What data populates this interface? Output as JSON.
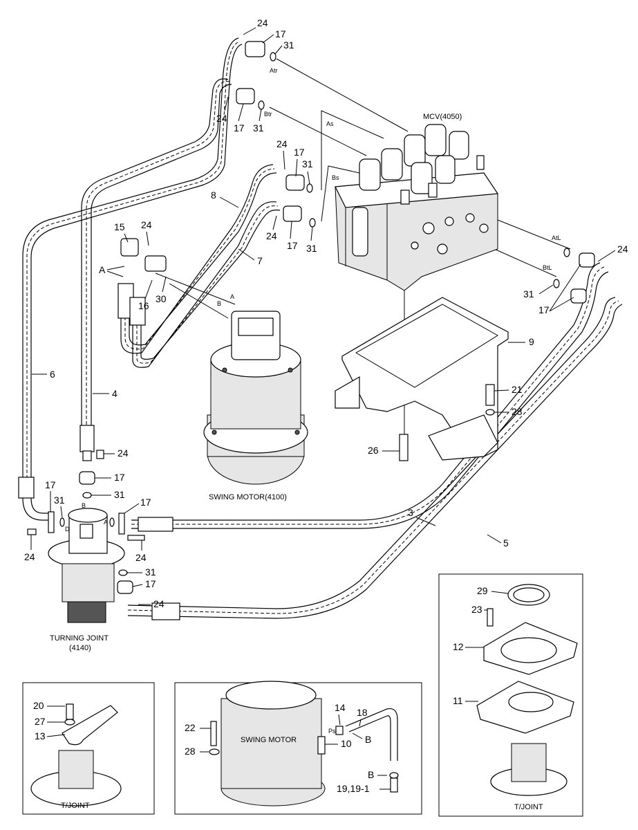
{
  "components": {
    "mcv": "MCV(4050)",
    "swing_motor": "SWING MOTOR(4100)",
    "turning_joint_line1": "TURNING JOINT",
    "turning_joint_line2": "(4140)",
    "detail_swing_motor": "SWING MOTOR",
    "detail_tjoint_left": "T/JOINT",
    "detail_tjoint_right": "T/JOINT"
  },
  "ports": {
    "atr": "Atr",
    "btr": "Btr",
    "as": "As",
    "bs": "Bs",
    "atl": "AtL",
    "btl": "BtL",
    "a": "A",
    "b": "B",
    "ps": "Ps",
    "d": "D"
  },
  "callouts": {
    "c1": "24",
    "c2": "17",
    "c3": "31",
    "c4": "24",
    "c5": "17",
    "c6": "31",
    "c7": "24",
    "c8": "17",
    "c9": "31",
    "c10": "8",
    "c11": "24",
    "c12": "17",
    "c13": "31",
    "c14": "7",
    "c15": "15",
    "c16": "24",
    "c17": "A",
    "c18": "16",
    "c19": "30",
    "c20": "24",
    "c21": "31",
    "c22": "17",
    "c23": "9",
    "c24": "21",
    "c25": "28",
    "c26": "26",
    "c27": "6",
    "c28": "4",
    "c29": "24",
    "c30": "17",
    "c31": "31",
    "c32": "17",
    "c33": "31",
    "c34": "17",
    "c35": "24",
    "c36": "24",
    "c37": "31",
    "c38": "17",
    "c39": "24",
    "c40": "3",
    "c41": "5",
    "c42": "29",
    "c43": "23",
    "c44": "12",
    "c45": "11",
    "c46": "20",
    "c47": "27",
    "c48": "13",
    "c49": "18",
    "c50": "14",
    "c51": "22",
    "c52": "10",
    "c53": "B",
    "c54": "28",
    "c55": "B",
    "c56": "19,19-1"
  }
}
